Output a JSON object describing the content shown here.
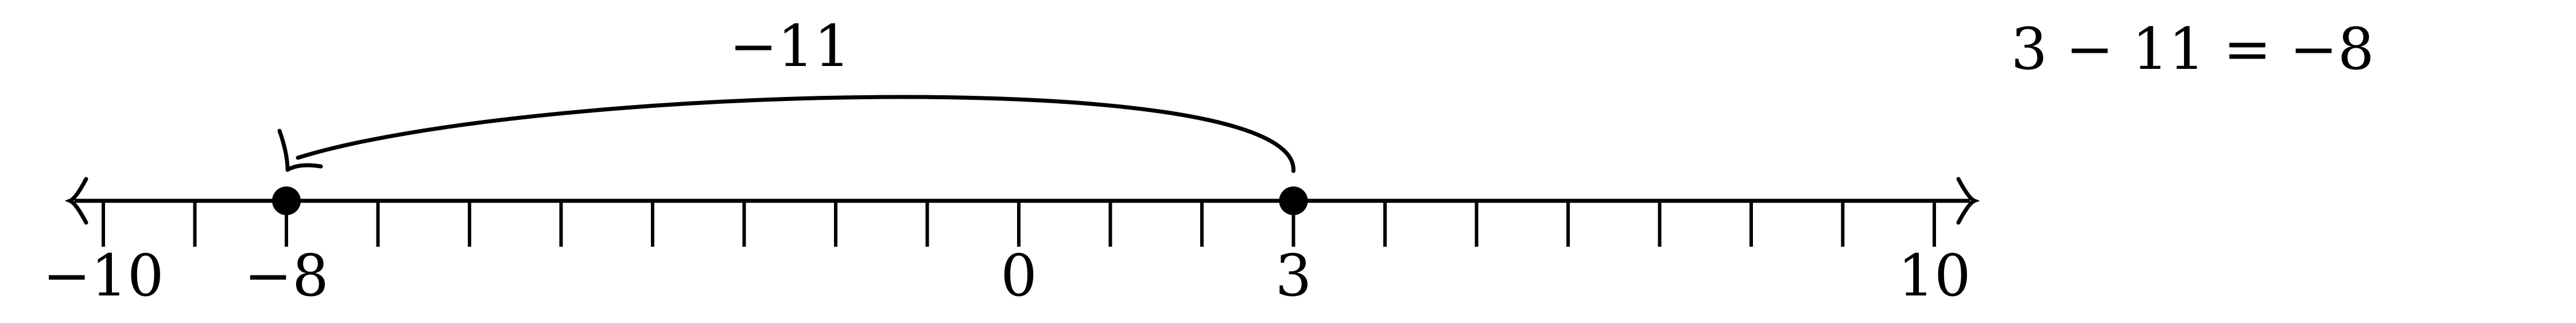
{
  "number_line": {
    "min": -10,
    "max": 10,
    "tick_step": 1,
    "labeled_ticks": [
      {
        "value": -10,
        "label": "−10"
      },
      {
        "value": -8,
        "label": "−8"
      },
      {
        "value": 0,
        "label": "0"
      },
      {
        "value": 3,
        "label": "3"
      },
      {
        "value": 10,
        "label": "10"
      }
    ]
  },
  "points": [
    {
      "value": 3
    },
    {
      "value": -8
    }
  ],
  "jump": {
    "from": 3,
    "to": -8,
    "label": "−11"
  },
  "equation": "3 − 11 = −8",
  "colors": {
    "ink": "#000000",
    "background": "#ffffff"
  }
}
